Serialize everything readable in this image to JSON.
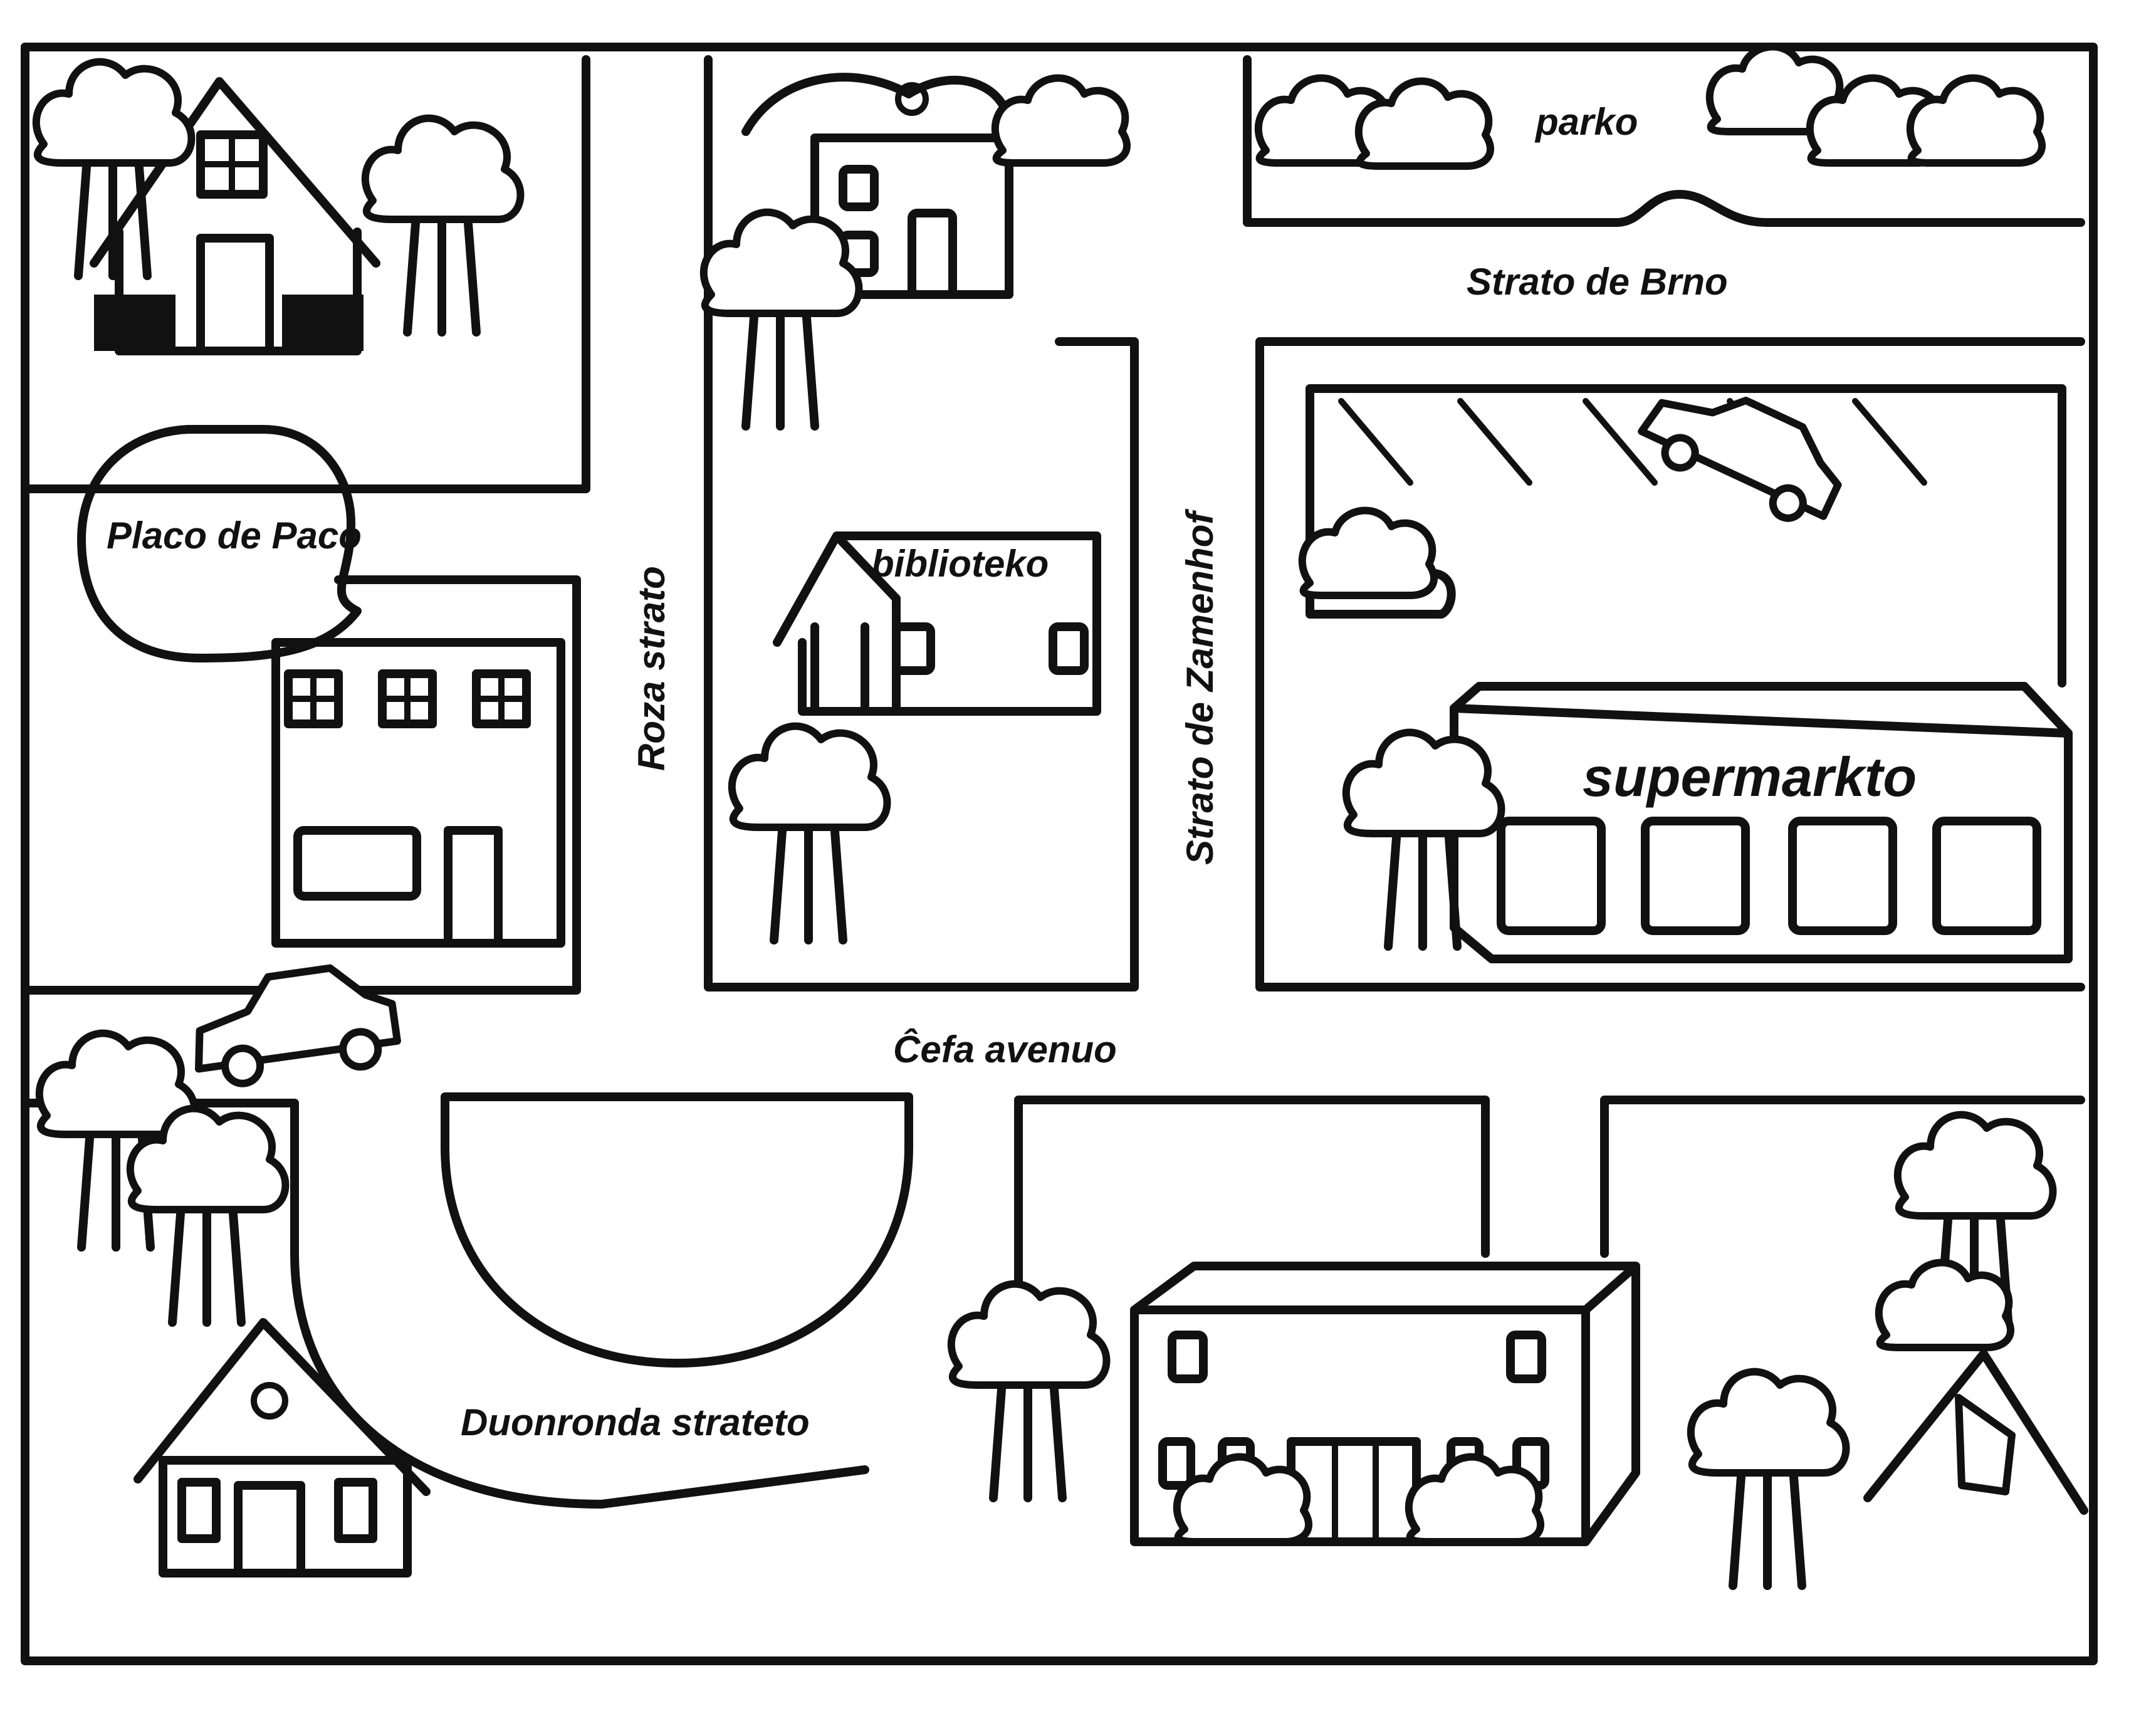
{
  "map": {
    "labels": {
      "park": "parko",
      "brno_street": "Strato de Brno",
      "paco_square": "Placo de Paco",
      "roza_street": "Roza strato",
      "library": "biblioteko",
      "zamenhof_street": "Strato de Zamenhof",
      "supermarket": "supermarkto",
      "main_avenue": "Ĉefa avenuo",
      "semicircle_street": "Duonronda strateto"
    }
  }
}
